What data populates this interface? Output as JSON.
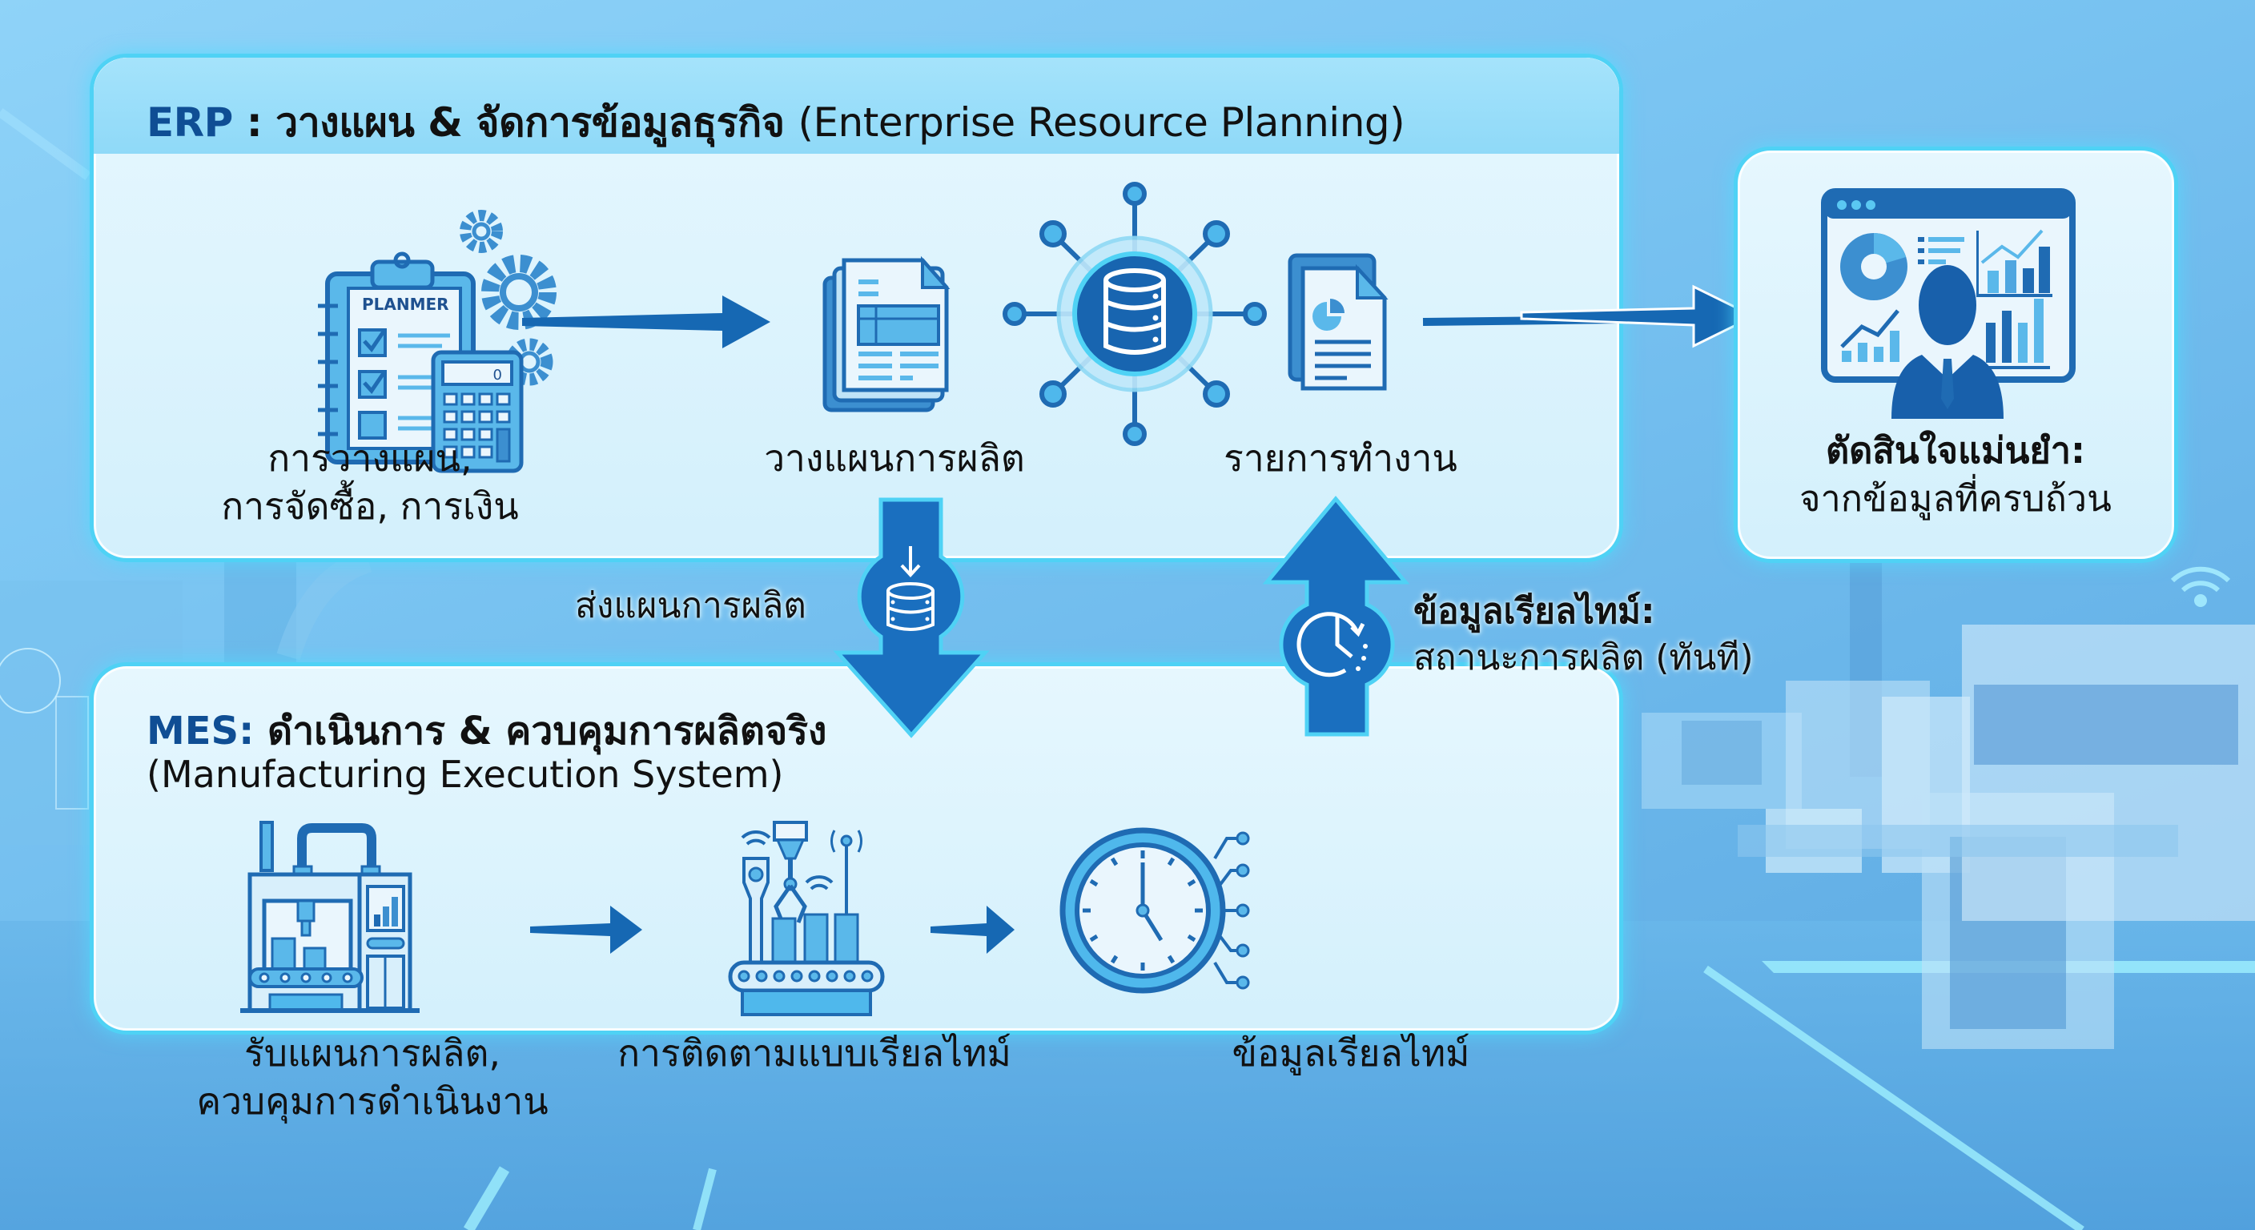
{
  "erp": {
    "abbr": "ERP",
    "title_thai": " : วางแผน & จัดการข้อมูลธุรกิจ ",
    "title_en": "(Enterprise Resource Planning)",
    "steps": [
      {
        "icon": "planner-clipboard-calculator-icon",
        "icon_text": "PLANMER",
        "calc_display": "0",
        "label_lines": [
          "การวางแผน,",
          "การจัดซื้อ, การเงิน"
        ]
      },
      {
        "icon": "production-plan-document-icon",
        "label_lines": [
          "วางแผนการผลิต"
        ]
      },
      {
        "icon": "database-hub-icon",
        "label_lines": []
      },
      {
        "icon": "work-order-report-icon",
        "label_lines": [
          "รายการทำงาน"
        ]
      }
    ]
  },
  "decision": {
    "icon": "executive-dashboard-icon",
    "label_lines": [
      "ตัดสินใจแม่นยำ:",
      "จากข้อมูลที่ครบถ้วน"
    ]
  },
  "connectors": {
    "down": {
      "icon": "database-download-icon",
      "label": "ส่งแผนการผลิต"
    },
    "up": {
      "icon": "clock-refresh-icon",
      "label_line1": "ข้อมูลเรียลไทม์:",
      "label_line2": "สถานะการผลิต (ทันที)"
    }
  },
  "mes": {
    "abbr": "MES:",
    "title_thai": " ดำเนินการ & ควบคุมการผลิตจริง",
    "subtitle_en": "(Manufacturing Execution System)",
    "steps": [
      {
        "icon": "production-machine-icon",
        "label_lines": [
          "รับแผนการผลิต,",
          "ควบคุมการดำเนินงาน"
        ]
      },
      {
        "icon": "conveyor-robot-tracking-icon",
        "label_lines": [
          "การติดตามแบบเรียลไทม์"
        ]
      },
      {
        "icon": "realtime-clock-data-icon",
        "label_lines": [
          "ข้อมูลเรียลไทม์"
        ]
      }
    ]
  },
  "colors": {
    "primary_dark": "#0f4e94",
    "primary": "#1a6fbf",
    "accent_light": "#4fb8ec",
    "glow": "#4fd2f5",
    "panel": "#dff4fd",
    "text": "#111111"
  }
}
